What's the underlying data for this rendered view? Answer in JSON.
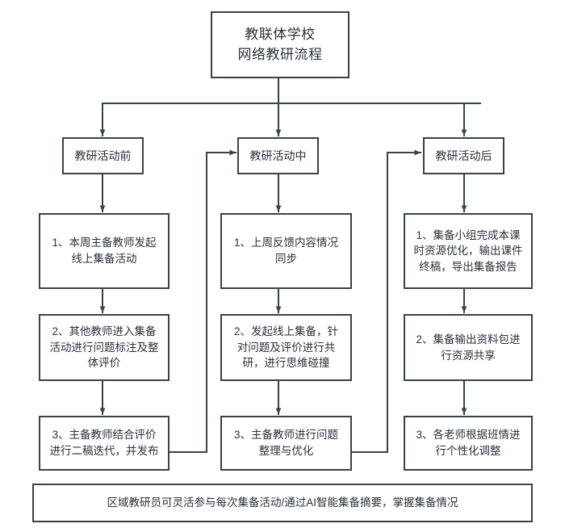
{
  "diagram": {
    "title_box": {
      "label": "教联体学校\n网络教研流程"
    },
    "phases": [
      {
        "label": "教研活动前"
      },
      {
        "label": "教研活动中"
      },
      {
        "label": "教研活动后"
      }
    ],
    "columns": [
      {
        "phase": "教研活动前",
        "steps": [
          {
            "label": "1、本周主备教师发起\n线上集备活动"
          },
          {
            "label": "2、其他教师进入集备\n活动进行问题标注及整\n体评价"
          },
          {
            "label": "3、主备教师结合评价\n进行二稿迭代，并发布"
          }
        ]
      },
      {
        "phase": "教研活动中",
        "steps": [
          {
            "label": "1、上周反馈内容情况\n同步"
          },
          {
            "label": "2、发起线上集备，针\n对问题及评价进行共\n研，进行思维碰撞"
          },
          {
            "label": "3、主备教师进行问题\n整理与优化"
          }
        ]
      },
      {
        "phase": "教研活动后",
        "steps": [
          {
            "label": "1、集备小组完成本课\n时资源优化，输出课件\n终稿，导出集备报告"
          },
          {
            "label": "2、集备输出资料包进\n行资源共享"
          },
          {
            "label": "3、各老师根据班情进\n行个性化调整"
          }
        ]
      }
    ],
    "footer": {
      "label": "区域教研员可灵活参与每次集备活动/通过AI智能集备摘要，掌握集备情况"
    },
    "colors": {
      "border": "#3b404b",
      "text": "#2d3138",
      "background": "#ffffff",
      "connector": "#3b404b"
    }
  }
}
